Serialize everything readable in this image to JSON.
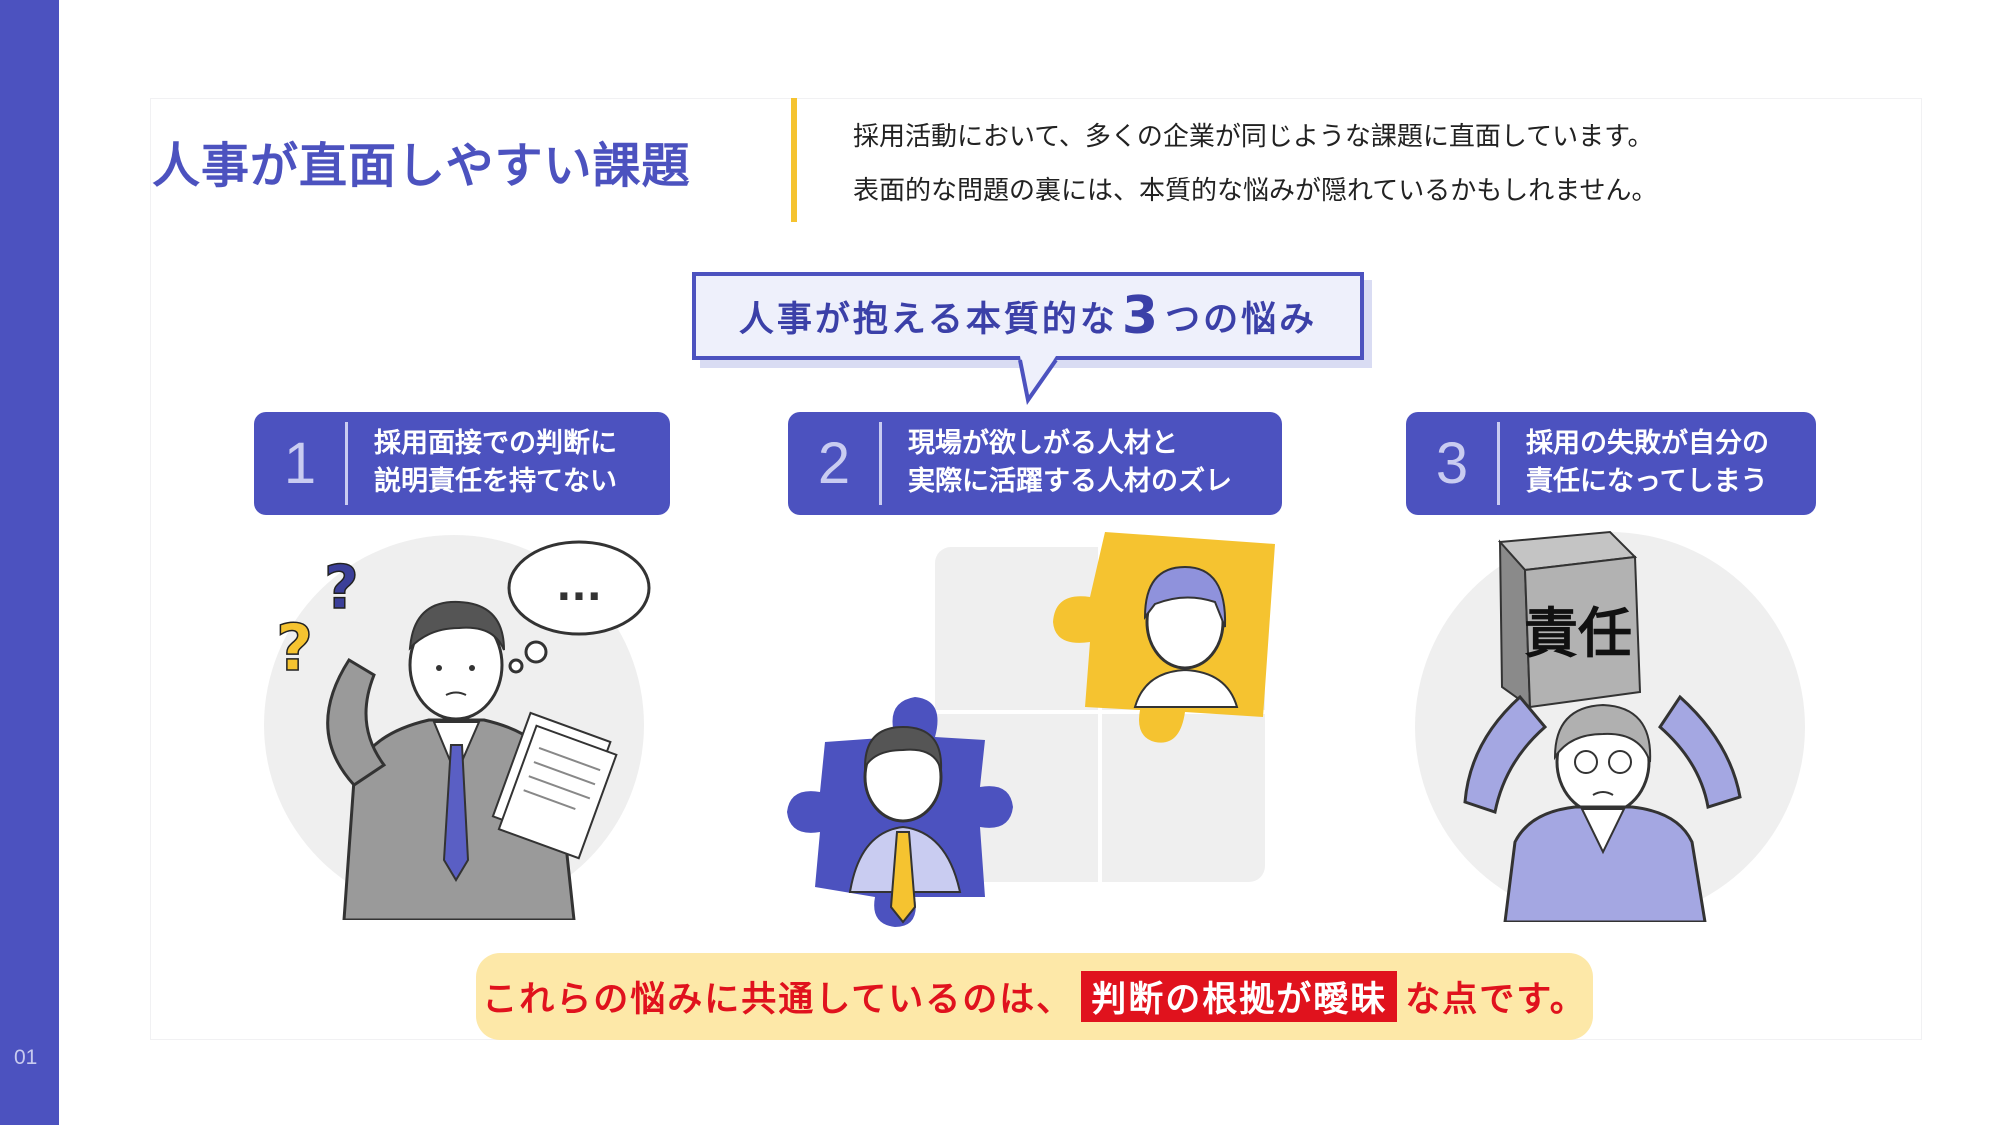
{
  "page": {
    "title": "人事が直面しやすい課題",
    "intro_lines": [
      "採用活動において、多くの企業が同じような課題に直面しています。",
      "表面的な問題の裏には、本質的な悩みが隠れているかもしれません。"
    ],
    "page_number": "01"
  },
  "heading": {
    "before": "人事が抱える本質的な",
    "number": "3",
    "after": "つの悩み"
  },
  "issues": [
    {
      "number": "1",
      "line1": "採用面接での判断に",
      "line2": "説明責任を持てない"
    },
    {
      "number": "2",
      "line1": "現場が欲しがる人材と",
      "line2": "実際に活躍する人材のズレ"
    },
    {
      "number": "3",
      "line1": "採用の失敗が自分の",
      "line2": "責任になってしまう"
    }
  ],
  "illustrations": {
    "thought_bubble": "...",
    "question_mark": "?",
    "block_text": "責任"
  },
  "conclusion": {
    "before": "これらの悩みに共通しているのは、",
    "highlight": "判断の根拠が曖昧",
    "after": "な点です。"
  },
  "colors": {
    "primary": "#4c52bf",
    "accent_yellow": "#f5c330",
    "alert_red": "#e0121d",
    "callout_bg": "#fde8a8"
  }
}
